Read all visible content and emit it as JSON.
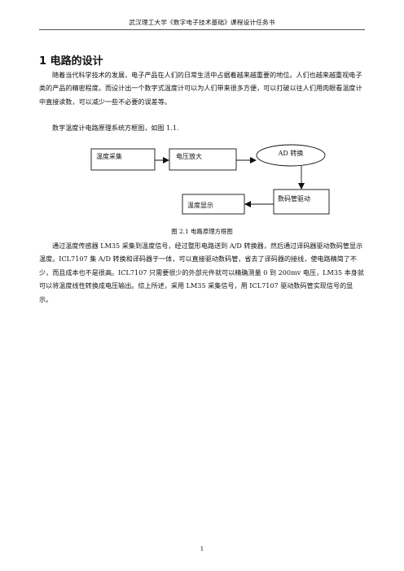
{
  "header": "武汉理工大学《数字电子技术基础》课程设计任务书",
  "section_title": "1 电路的设计",
  "paragraphs": [
    "随着当代科学技术的发展，电子产品在人们的日常生活中占据着越来越重要的地位。人们也越来越重视电子类的产品的精密程度。而设计出一个数字式温度计可以为人们带来很多方便，可以打破以往人们用肉眼看温度计中直接读数，可以减少一些不必要的误差等。",
    "数字温度计电路原理系统方框图，如图 1.1.",
    "通过温度传感器 LM35 采集到温度信号，经过整形电路送到 A/D 转换器，然后通过译码器驱动数码管显示温度。ICL7107 集 A/D 转换和译码器于一体，可以直接驱动数码管，省去了译码器的接线，使电路精简了不少，而且成本也不是很高。ICL7107 只需要很少的外部元件就可以精确测量 0 到 200mv 电压，LM35 本身就可以将温度线性转换成电压输出。综上所述，采用 LM35 采集信号，用 ICL7107 驱动数码管实现信号的显示。"
  ],
  "diagram": {
    "blocks": {
      "temp_acquire": "温度采集",
      "amplifier": "电压放大",
      "ad_convert": "AD 转换",
      "led_driver": "数码管驱动",
      "temp_display": "温度显示"
    },
    "caption": "图 2.1  电路原理方框图"
  },
  "page_number": "1"
}
